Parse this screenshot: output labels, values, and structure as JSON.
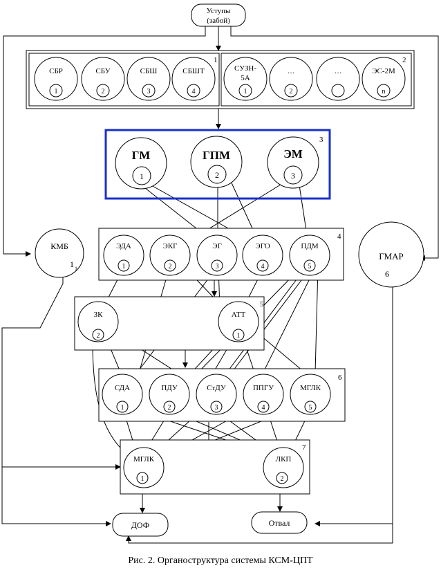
{
  "top_node": {
    "line1": "Уступы",
    "line2": "(забой)"
  },
  "box1": {
    "number": "1",
    "items": [
      {
        "label": "СБР",
        "index": "1"
      },
      {
        "label": "СБУ",
        "index": "2"
      },
      {
        "label": "СБШ",
        "index": "3"
      },
      {
        "label": "СБШТ",
        "index": "4"
      }
    ]
  },
  "box2": {
    "number": "2",
    "items": [
      {
        "label_line1": "СУЗН-",
        "label_line2": "5А",
        "index": "1"
      },
      {
        "label": "…",
        "index": "2"
      },
      {
        "label": "…",
        "index": ""
      },
      {
        "label": "ЭС-2М",
        "index": "n"
      }
    ]
  },
  "box3": {
    "number": "3",
    "border_color": "#1a2fcc",
    "items": [
      {
        "label": "ГМ",
        "index": "1"
      },
      {
        "label": "ГПМ",
        "index": "2"
      },
      {
        "label": "ЭМ",
        "index": "3"
      }
    ]
  },
  "box4": {
    "number": "4",
    "items": [
      {
        "label": "ЭДА",
        "index": "1"
      },
      {
        "label": "ЭКГ",
        "index": "2"
      },
      {
        "label": "ЭГ",
        "index": "3"
      },
      {
        "label": "ЭГО",
        "index": "4"
      },
      {
        "label": "ПДМ",
        "index": "5"
      }
    ]
  },
  "box5": {
    "number": "5",
    "items": [
      {
        "label": "ЗК",
        "index": "2"
      },
      {
        "label": "АТТ",
        "index": "1"
      }
    ]
  },
  "box6": {
    "number": "6",
    "items": [
      {
        "label": "СДА",
        "index": "1"
      },
      {
        "label": "ПДУ",
        "index": "2"
      },
      {
        "label": "СтДУ",
        "index": "3"
      },
      {
        "label": "ППГУ",
        "index": "4"
      },
      {
        "label": "МГЛК",
        "index": "5"
      }
    ]
  },
  "box7": {
    "number": "7",
    "items": [
      {
        "label": "МГЛК",
        "index": "1"
      },
      {
        "label": "ЛКП",
        "index": "2"
      }
    ]
  },
  "kmb": {
    "label": "КМБ",
    "index": "1",
    "sub": "1"
  },
  "gmar": {
    "label": "ГМАР",
    "index": "6"
  },
  "dof": {
    "label": "ДОФ"
  },
  "otval": {
    "label": "Отвал"
  },
  "caption": "Рис. 2. Органоструктура системы КСМ-ЦПТ"
}
